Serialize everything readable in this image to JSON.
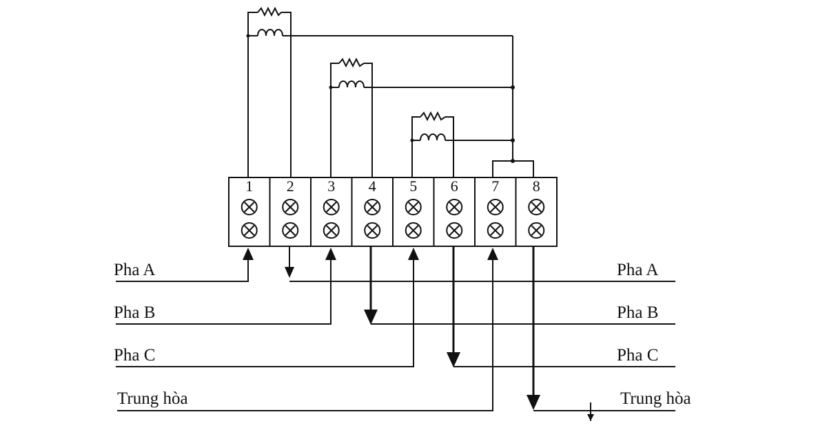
{
  "terminals": [
    "1",
    "2",
    "3",
    "4",
    "5",
    "6",
    "7",
    "8"
  ],
  "labels": {
    "left": [
      "Pha A",
      "Pha B",
      "Pha C",
      "Trung hòa"
    ],
    "right": [
      "Pha A",
      "Pha B",
      "Pha C",
      "Trung hòa"
    ]
  }
}
